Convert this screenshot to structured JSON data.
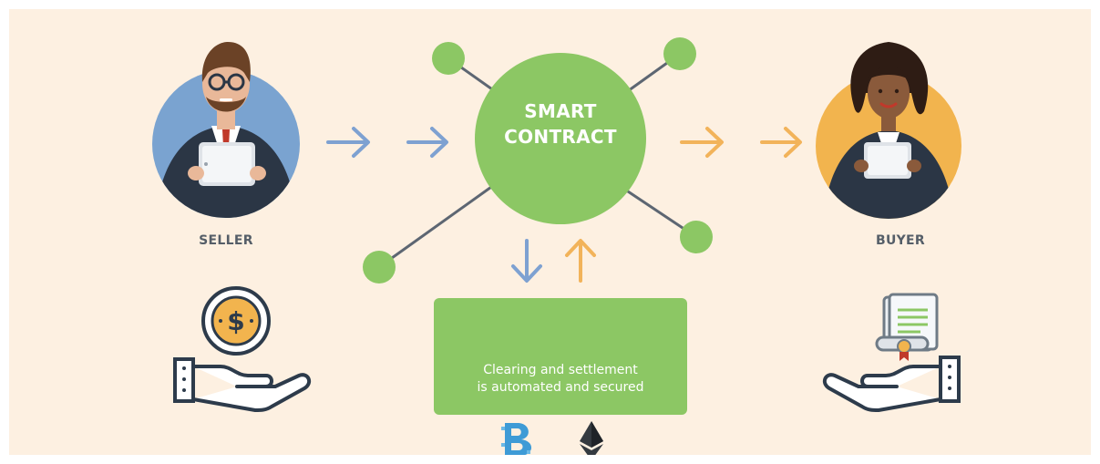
{
  "hub": {
    "title_line1": "SMART",
    "title_line2": "CONTRACT"
  },
  "seller": {
    "label": "SELLER"
  },
  "buyer": {
    "label": "BUYER"
  },
  "clearing": {
    "line1": "Clearing and settlement",
    "line2": "is automated and secured"
  },
  "icons": {
    "seller_avatar": "businessman-with-tablet",
    "buyer_avatar": "businesswoman-with-tablet",
    "seller_hand": "hand-holding-dollar-coin",
    "buyer_hand": "hand-holding-certificate",
    "coin": "dollar-coin",
    "certificate": "certificate-scroll",
    "bitcoin": "blockchain-b-logo",
    "ethereum": "ethereum-logo"
  },
  "colors": {
    "background": "#fdf0e1",
    "green": "#8cc764",
    "blue_arrow": "#7ea1d1",
    "orange_arrow": "#f2b35a",
    "seller_circle": "#7aa3d0",
    "buyer_circle": "#f2b44e",
    "ink": "#2d3b4b"
  }
}
